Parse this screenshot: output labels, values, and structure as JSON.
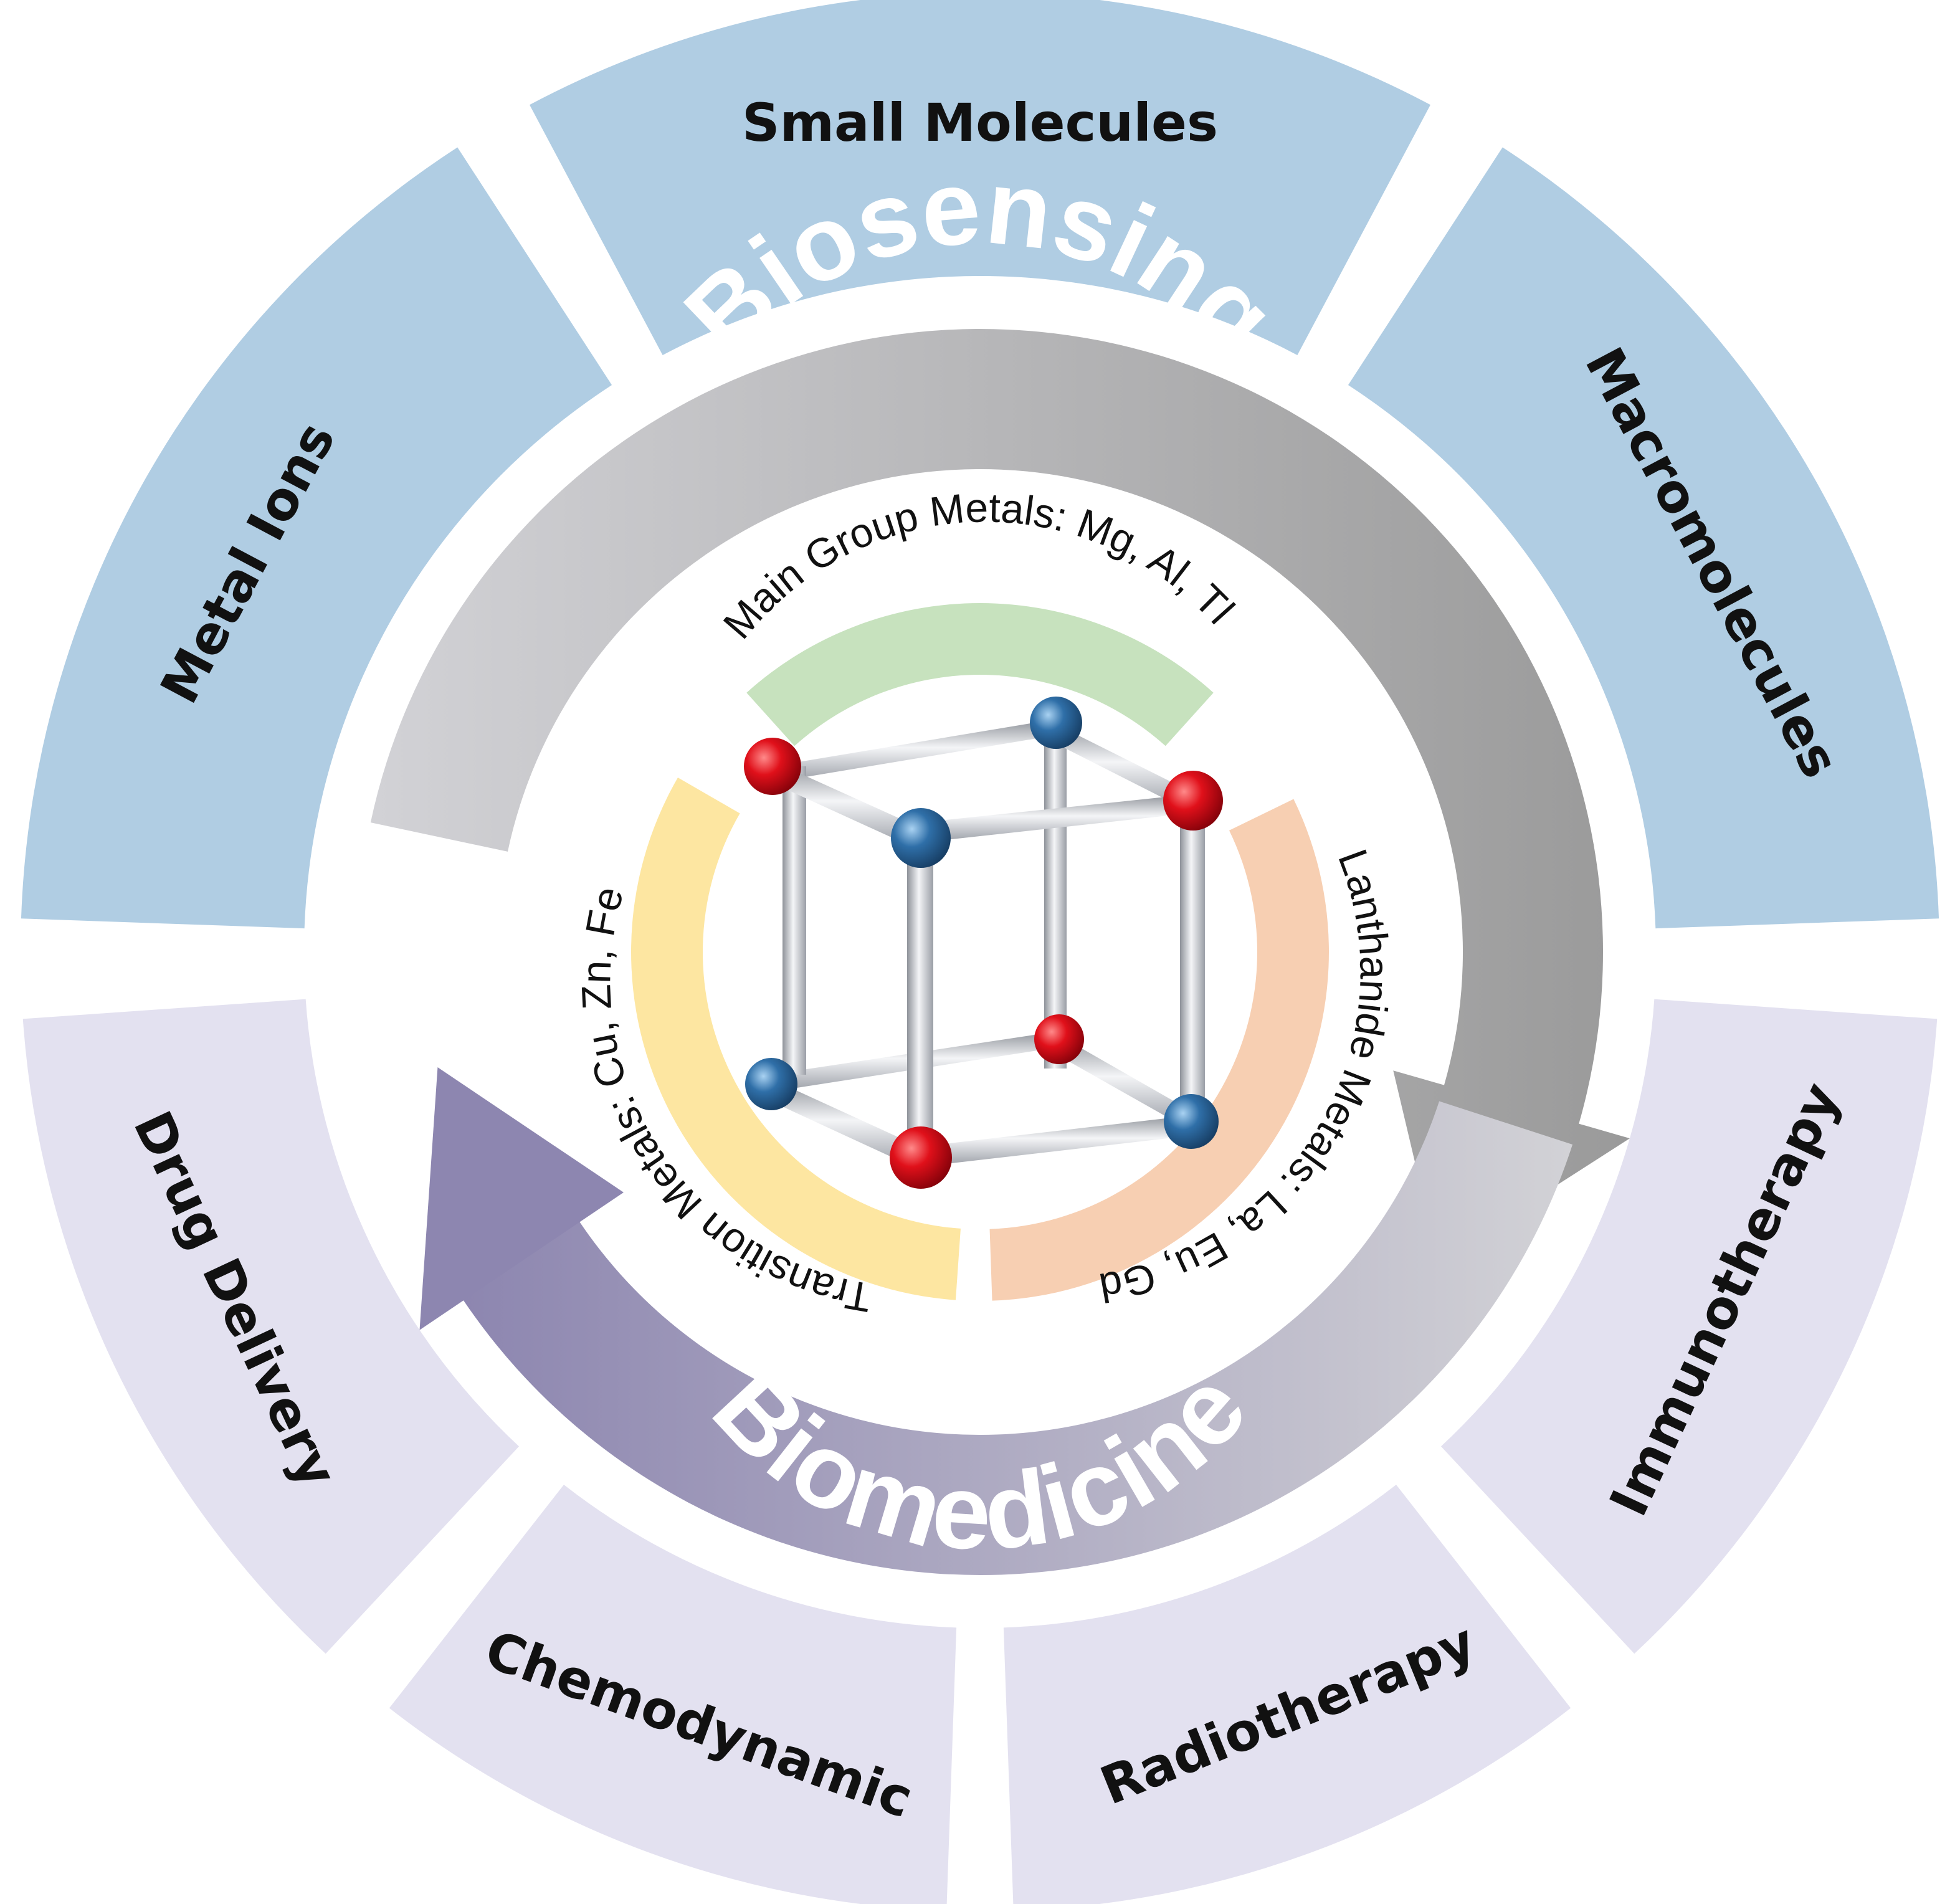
{
  "diagram": {
    "outer_ring": {
      "sensing_color": "#b0cde3",
      "medicine_color": "#e3e1f0",
      "segments": [
        {
          "id": "small-molecules",
          "label": "Small Molecules",
          "group": "sensing"
        },
        {
          "id": "macromolecules",
          "label": "Macromolecules",
          "group": "sensing"
        },
        {
          "id": "immunotherapy",
          "label": "Immunotherapy",
          "group": "medicine"
        },
        {
          "id": "radiotherapy",
          "label": "Radiotherapy",
          "group": "medicine"
        },
        {
          "id": "chemodynamic",
          "label": "Chemodynamic",
          "group": "medicine"
        },
        {
          "id": "drug-delivery",
          "label": "Drug Delivery",
          "group": "medicine"
        },
        {
          "id": "metal-ions",
          "label": "Metal Ions",
          "group": "sensing"
        }
      ]
    },
    "cycle": {
      "top_label": "Biosensing",
      "bottom_label": "Biomedicine",
      "top_arrow_colors": [
        "#d2d2d6",
        "#9a9a9a"
      ],
      "bottom_arrow_colors": [
        "#d2d2d6",
        "#8d86b0"
      ]
    },
    "inner_ring": {
      "segments": [
        {
          "id": "main-group",
          "label": "Main Group Metals: Mg, Al, Tl",
          "color": "#c7e2be"
        },
        {
          "id": "lanthanide",
          "label": "Lanthanide Metals: La, Eu, Gd",
          "color": "#f7cfb2"
        },
        {
          "id": "transition",
          "label": "Transition Metals: Cu, Zn, Fe",
          "color": "#fde6a1"
        }
      ]
    },
    "cube": {
      "icon": "metal-organic-cage-cube-icon",
      "red_node_color": "#d4000f",
      "blue_node_color": "#2f6fa8",
      "strut_color": "#c9cbd1"
    }
  }
}
